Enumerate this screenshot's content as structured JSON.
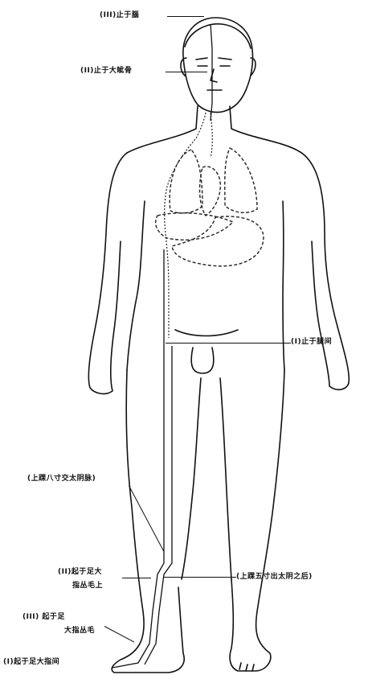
{
  "labels": {
    "l_head": "(III)止于腦",
    "l_nose": "(II)止于大眦骨",
    "l_groin": "(I)止于腿间",
    "l_thigh": "(上踝八寸交太阴脉)",
    "l_calf": "(上踝五寸出太阴之后)",
    "l_ankle_a": "(II)起于足大",
    "l_ankle_b": "指丛毛上",
    "l_toe_a": "(III) 起于足",
    "l_toe_b": "大指丛毛",
    "l_foot": "(I)起于足大指间"
  }
}
